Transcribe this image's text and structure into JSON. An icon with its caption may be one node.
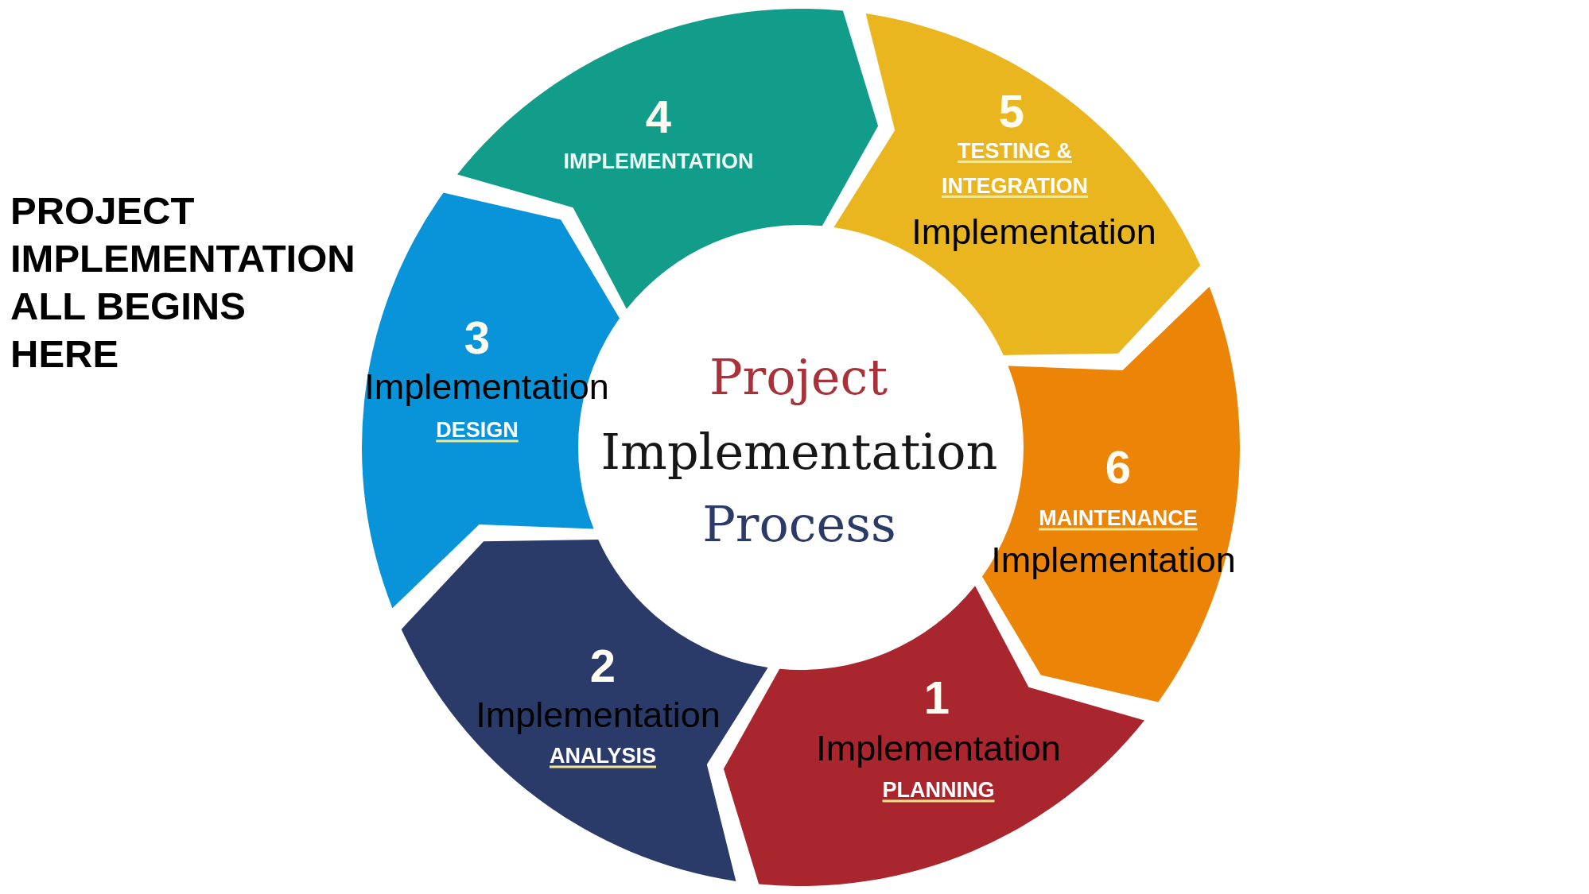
{
  "diagram": {
    "title": "PROJECT IMPLEMENTATION ALL BEGINS HERE",
    "nodes": [
      {
        "text": [
          "1",
          "Implementation",
          "PLANNING"
        ]
      },
      {
        "text": [
          "2",
          "Implementation",
          "ANALYSIS"
        ]
      },
      {
        "text": [
          "3",
          "Implementation",
          "DESIGN"
        ]
      },
      {
        "text": [
          "4",
          "IMPLEMENTATION"
        ]
      },
      {
        "text": [
          "5",
          "TESTING & INTEGRATION",
          "Implementation"
        ]
      },
      {
        "text": [
          "6",
          "MAINTENANCE",
          "Implementation"
        ]
      }
    ],
    "labels": [
      "Project",
      "Implementation",
      "Process"
    ]
  }
}
